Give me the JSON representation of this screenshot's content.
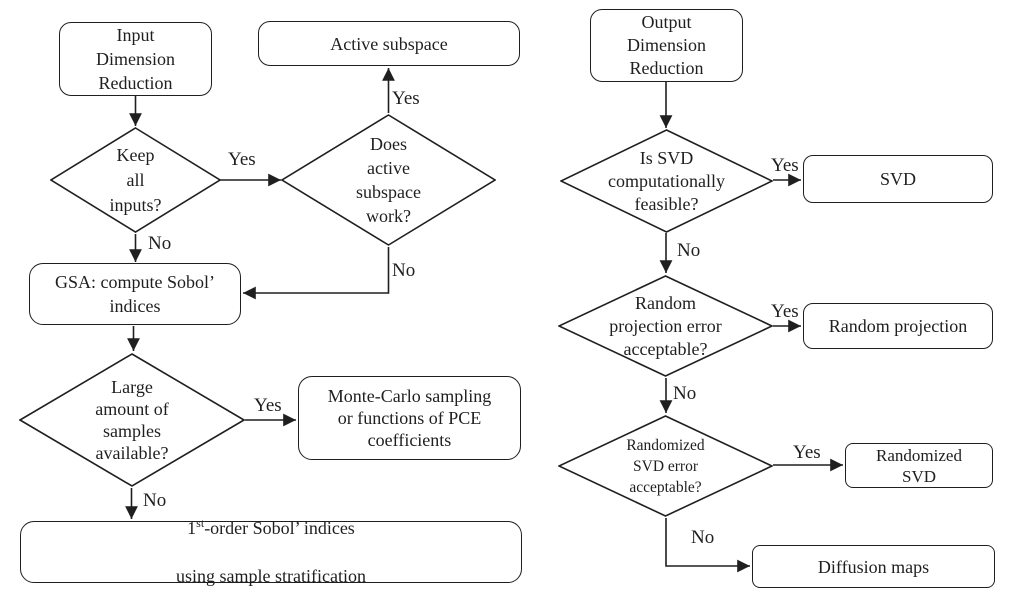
{
  "colors": {
    "background": "#ffffff",
    "line": "#1f1f1f",
    "text": "#1f1f1f"
  },
  "labels": {
    "yes": "Yes",
    "no": "No"
  },
  "left_chart": {
    "title_box": "Input\nDimension\nReduction",
    "keep_inputs_diamond": "Keep\nall\ninputs?",
    "active_subspace_box": "Active subspace",
    "active_work_diamond": "Does\nactive\nsubspace\nwork?",
    "gsa_box": "GSA: compute Sobol’\nindices",
    "samples_diamond": "Large\namount of\nsamples\navailable?",
    "monte_carlo_box": "Monte-Carlo sampling\nor functions of PCE\ncoefficients",
    "sobol_box": {
      "line1_num": "1",
      "line1_sup": "st",
      "line1_rest": "-order Sobol’ indices",
      "line2": "using sample stratification"
    }
  },
  "right_chart": {
    "title_box": "Output\nDimension\nReduction",
    "svd_feasible_diamond": "Is SVD\ncomputationally\nfeasible?",
    "svd_box": "SVD",
    "random_projection_diamond": "Random\nprojection error\nacceptable?",
    "random_projection_box": "Random projection",
    "randomized_svd_diamond": "Randomized\nSVD error\nacceptable?",
    "randomized_svd_box": "Randomized\nSVD",
    "diffusion_maps_box": "Diffusion maps"
  }
}
